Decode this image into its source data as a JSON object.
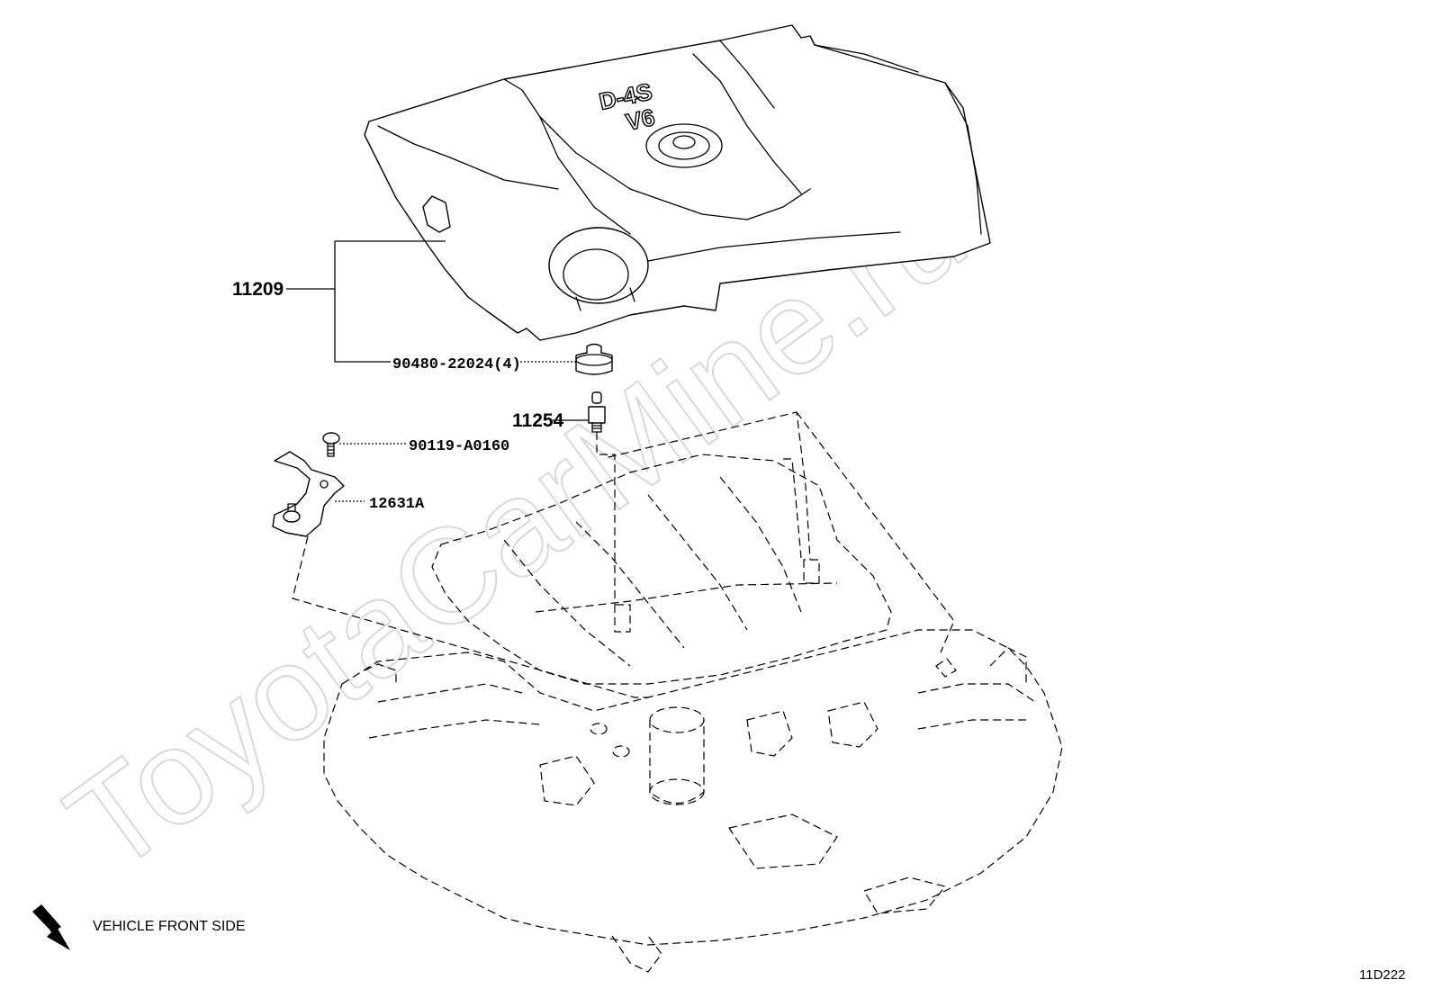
{
  "watermark": "ToyotaCarMine.ru",
  "parts": {
    "p11209": "11209",
    "p90480": "90480-22024(4)",
    "p11254": "11254",
    "p90119": "90119-A0160",
    "p12631": "12631A"
  },
  "emblem": {
    "line1": "D-4S",
    "line2": "V6"
  },
  "legend": {
    "direction_note": "VEHICLE FRONT SIDE"
  },
  "figure_code": "11D222"
}
